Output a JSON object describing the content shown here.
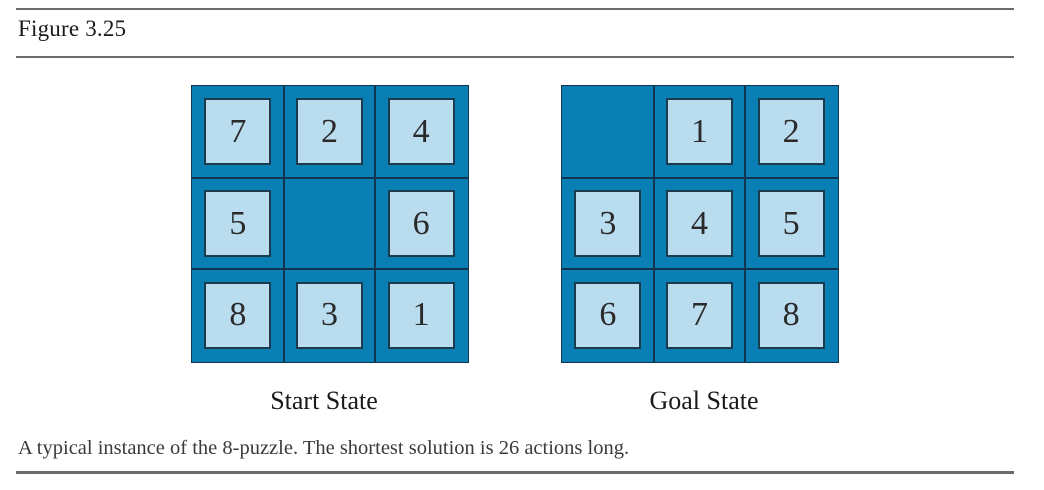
{
  "figure": {
    "label": "Figure 3.25",
    "caption": "A typical instance of the 8-puzzle. The shortest solution is 26 actions long."
  },
  "boards": {
    "start": {
      "label": "Start State",
      "tiles": [
        "7",
        "2",
        "4",
        "5",
        "",
        "6",
        "8",
        "3",
        "1"
      ]
    },
    "goal": {
      "label": "Goal State",
      "tiles": [
        "",
        "1",
        "2",
        "3",
        "4",
        "5",
        "6",
        "7",
        "8"
      ]
    }
  },
  "colors": {
    "board": "#0a7fb4",
    "tile": "#b9dcef",
    "grid": "#0f3550"
  }
}
